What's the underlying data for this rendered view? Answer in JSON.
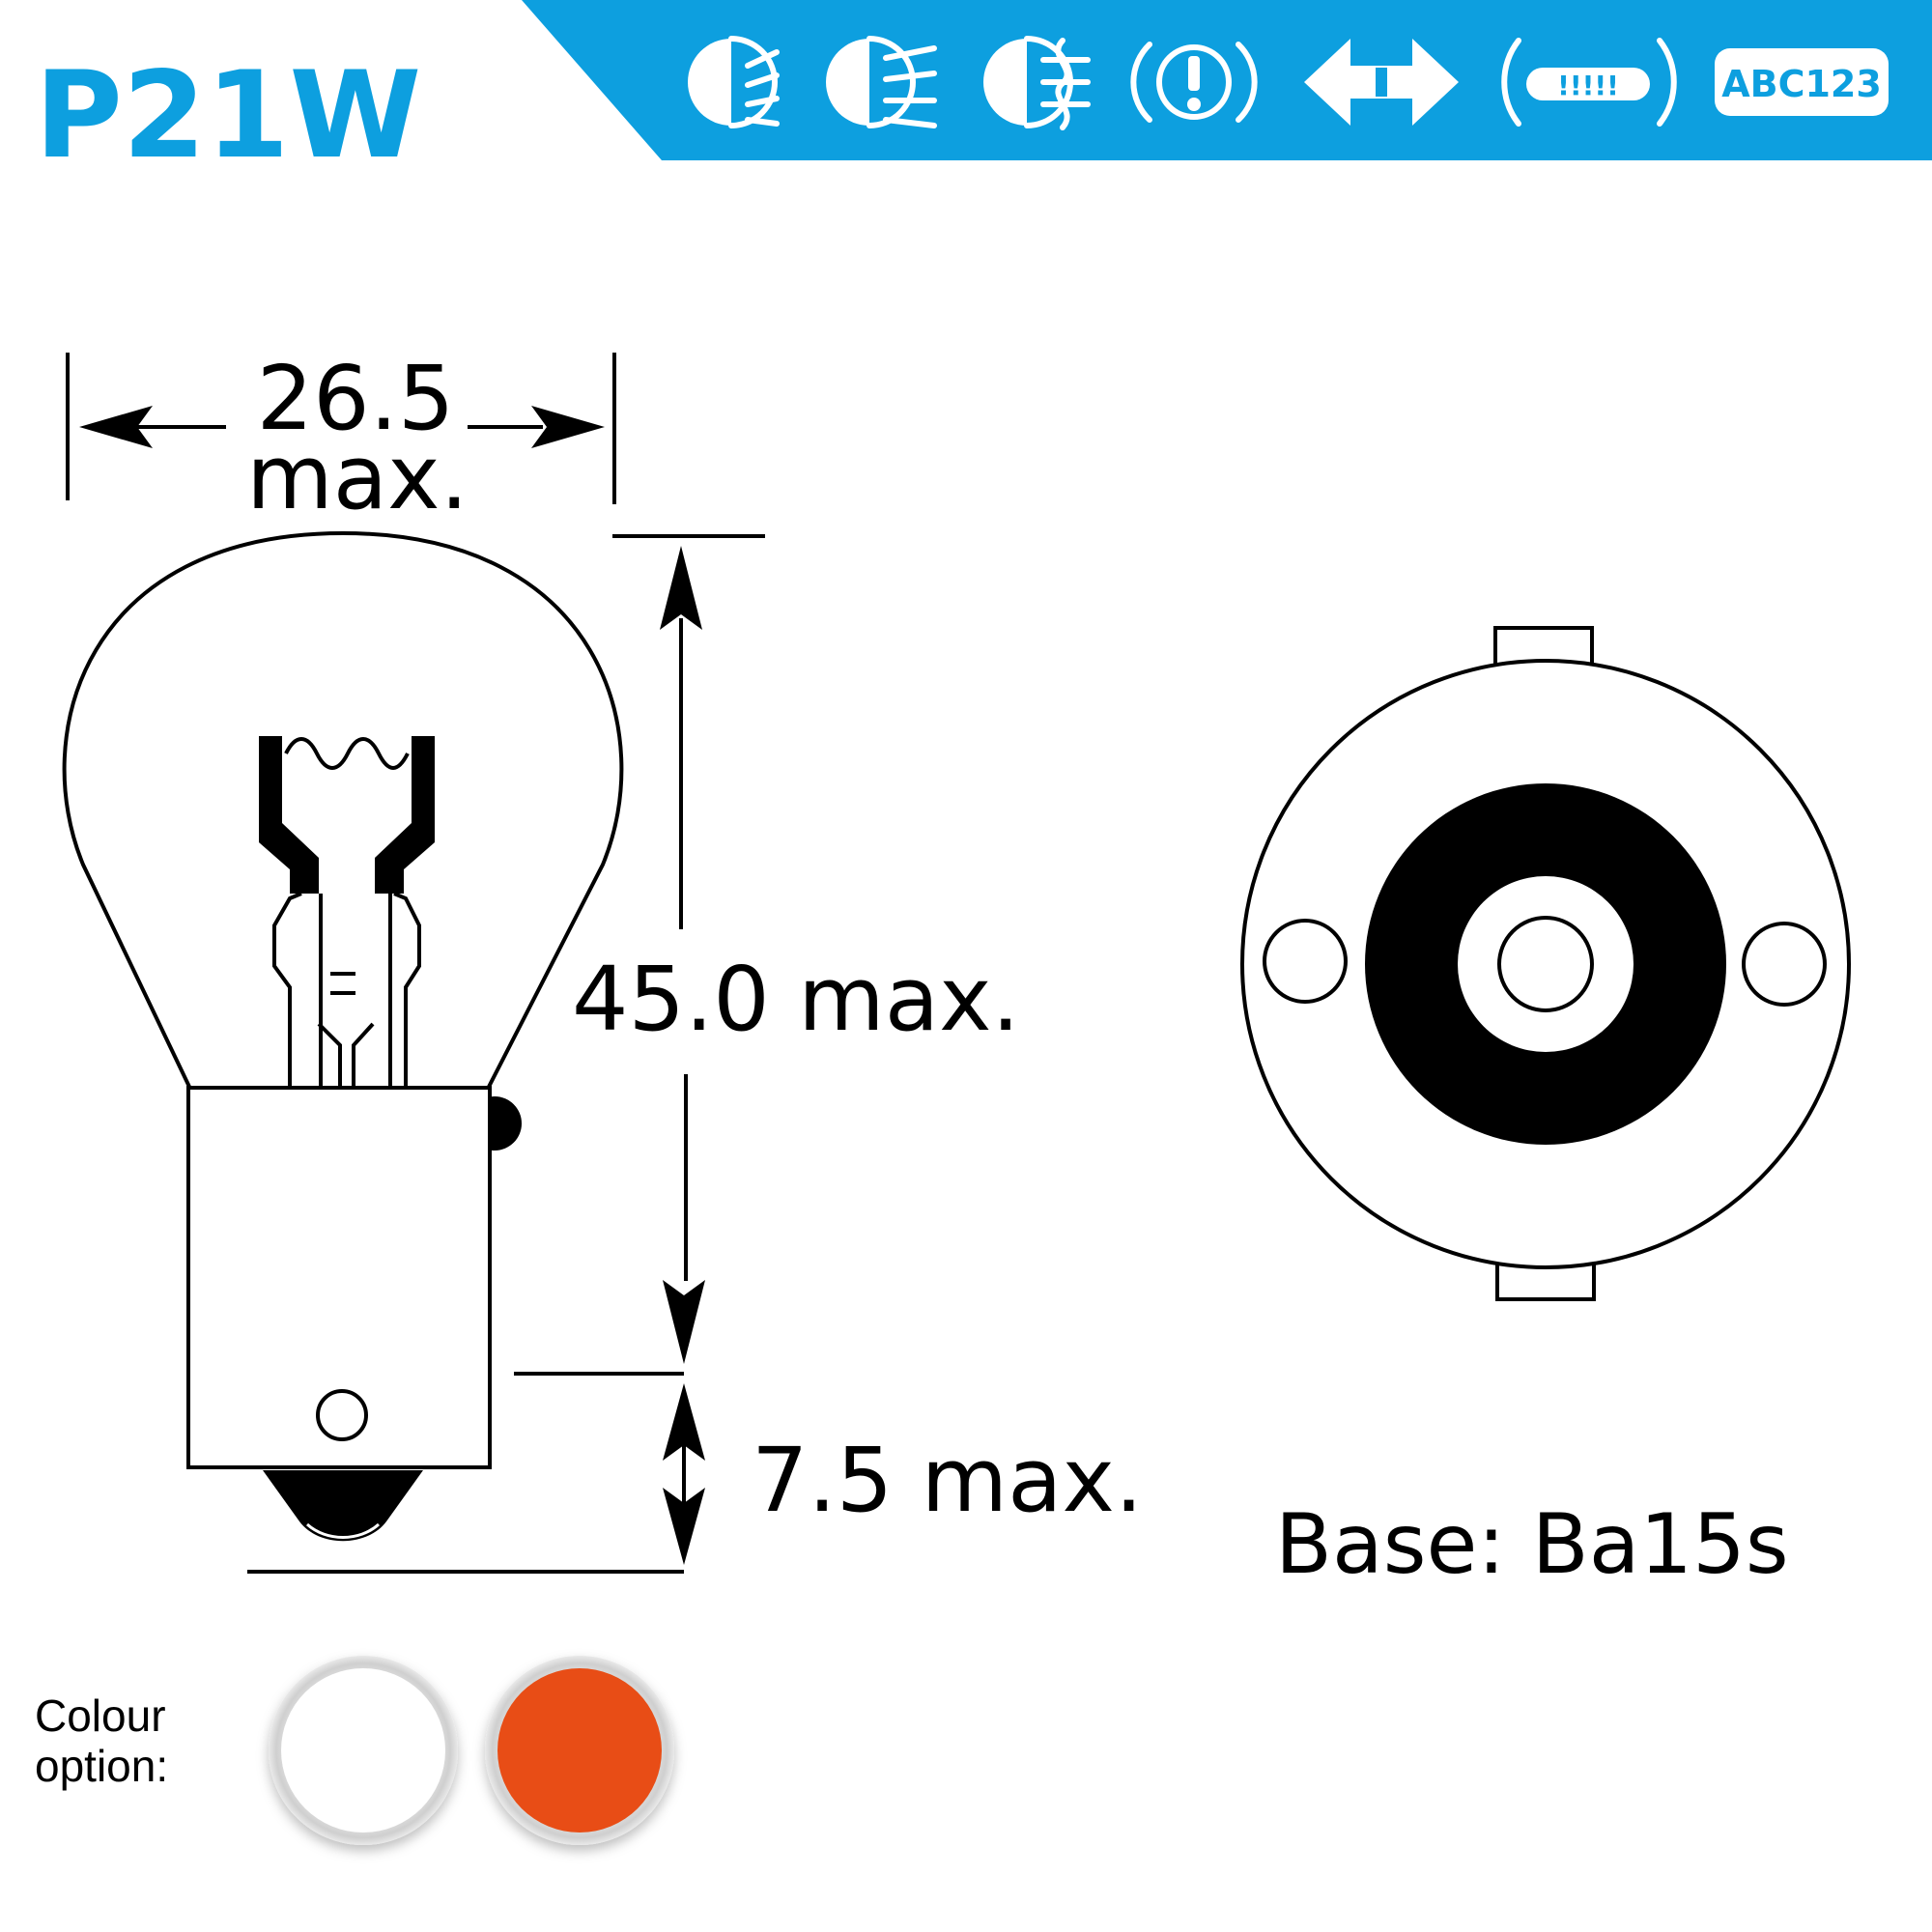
{
  "header": {
    "title": "P21W",
    "band_color": "#0d9fdf",
    "icons": [
      "dipped-beam-icon",
      "main-beam-icon",
      "fog-light-icon",
      "brake-warning-icon",
      "turn-signal-icon",
      "number-plate-light-icon",
      "registration-badge-icon"
    ],
    "plate_marks": "!!!!!",
    "badge_label": "ABC123"
  },
  "diagram": {
    "width_label_value": "26.5",
    "width_label_unit": "max.",
    "height_label": "45.0 max.",
    "pin_label": "7.5 max.",
    "base_label": "Base: Ba15s"
  },
  "colour_options": {
    "label_line1": "Colour",
    "label_line2": "option:",
    "swatches": [
      {
        "name": "white",
        "color": "#ffffff"
      },
      {
        "name": "amber",
        "color": "#e84e12"
      }
    ]
  }
}
